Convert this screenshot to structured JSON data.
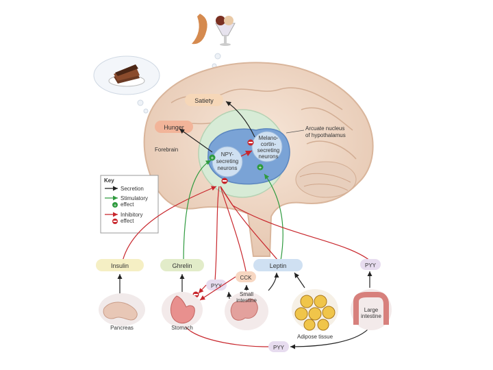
{
  "brain": {
    "satiety": "Satiety",
    "hunger": "Hunger",
    "forebrain": "Forebrain",
    "arcuate": [
      "Arcuate nucleus",
      "of hypothalamus"
    ],
    "npy": [
      "NPY-",
      "secreting",
      "neurons"
    ],
    "melano": [
      "Melano-",
      "cortin-",
      "secreting",
      "neurons"
    ]
  },
  "key": {
    "title": "Key",
    "secretion": "Secretion",
    "stimulatory": [
      "Stimulatory",
      "effect"
    ],
    "inhibitory": [
      "Inhibitory",
      "effect"
    ]
  },
  "hormones": {
    "insulin": "Insulin",
    "ghrelin": "Ghrelin",
    "leptin": "Leptin",
    "pyy_right": "PYY",
    "pyy_mid": "PYY",
    "cck": "CCK",
    "pyy_bottom": "PYY"
  },
  "organs": {
    "pancreas": "Pancreas",
    "stomach": "Stomach",
    "small_intestine": [
      "Small",
      "intestine"
    ],
    "adipose": "Adipose tissue",
    "large_intestine": [
      "Large",
      "intestine"
    ]
  },
  "colors": {
    "secretion": "#222222",
    "stimulatory": "#2e9a3e",
    "inhibitory": "#c8262c",
    "brain": "#f0d9c7",
    "hypothalamus": "#d7ebd6",
    "arcuate": "#7aa3d6"
  }
}
